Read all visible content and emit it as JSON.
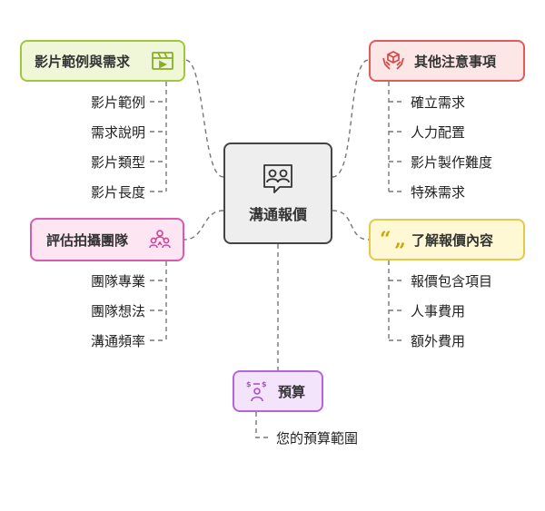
{
  "center": {
    "label": "溝通報價",
    "icon": "people-chat-icon"
  },
  "branches": {
    "video": {
      "label": "影片範例與需求",
      "icon": "video-clapper-icon",
      "color": "#a2c63a",
      "children": [
        "影片範例",
        "需求說明",
        "影片類型",
        "影片長度"
      ]
    },
    "other": {
      "label": "其他注意事項",
      "icon": "hands-cube-icon",
      "color": "#e05b5b",
      "children": [
        "確立需求",
        "人力配置",
        "影片製作難度",
        "特殊需求"
      ]
    },
    "team": {
      "label": "評估拍攝團隊",
      "icon": "team-network-icon",
      "color": "#d95cab",
      "children": [
        "團隊專業",
        "團隊想法",
        "溝通頻率"
      ]
    },
    "price": {
      "label": "了解報價內容",
      "icon": "quote-marks-icon",
      "icon_text": "“ „",
      "color": "#e2c94a",
      "children": [
        "報價包含項目",
        "人事費用",
        "額外費用"
      ]
    },
    "budget": {
      "label": "預算",
      "icon": "money-person-icon",
      "color": "#b565d8",
      "children": [
        "您的預算範圍"
      ]
    }
  }
}
